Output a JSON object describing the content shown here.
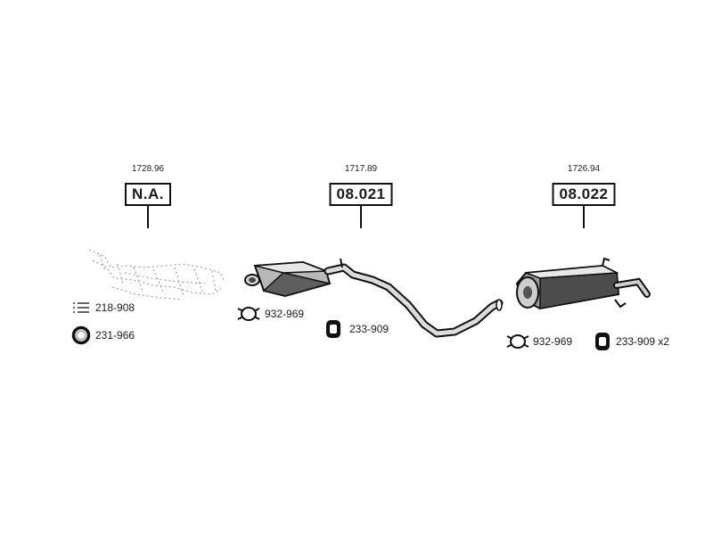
{
  "callouts": [
    {
      "ref": "1728.96",
      "code": "N.A."
    },
    {
      "ref": "1717.89",
      "code": "08.021"
    },
    {
      "ref": "1726.94",
      "code": "08.022"
    }
  ],
  "parts": [
    {
      "code": "218-908",
      "icon": "bolt-set-icon"
    },
    {
      "code": "231-966",
      "icon": "seal-ring-icon"
    },
    {
      "code": "932-969",
      "icon": "clamp-icon"
    },
    {
      "code": "233-909",
      "icon": "rubber-mount-icon"
    },
    {
      "code": "932-969",
      "icon": "clamp-icon"
    },
    {
      "code": "233-909 x2",
      "icon": "rubber-mount-icon"
    }
  ]
}
